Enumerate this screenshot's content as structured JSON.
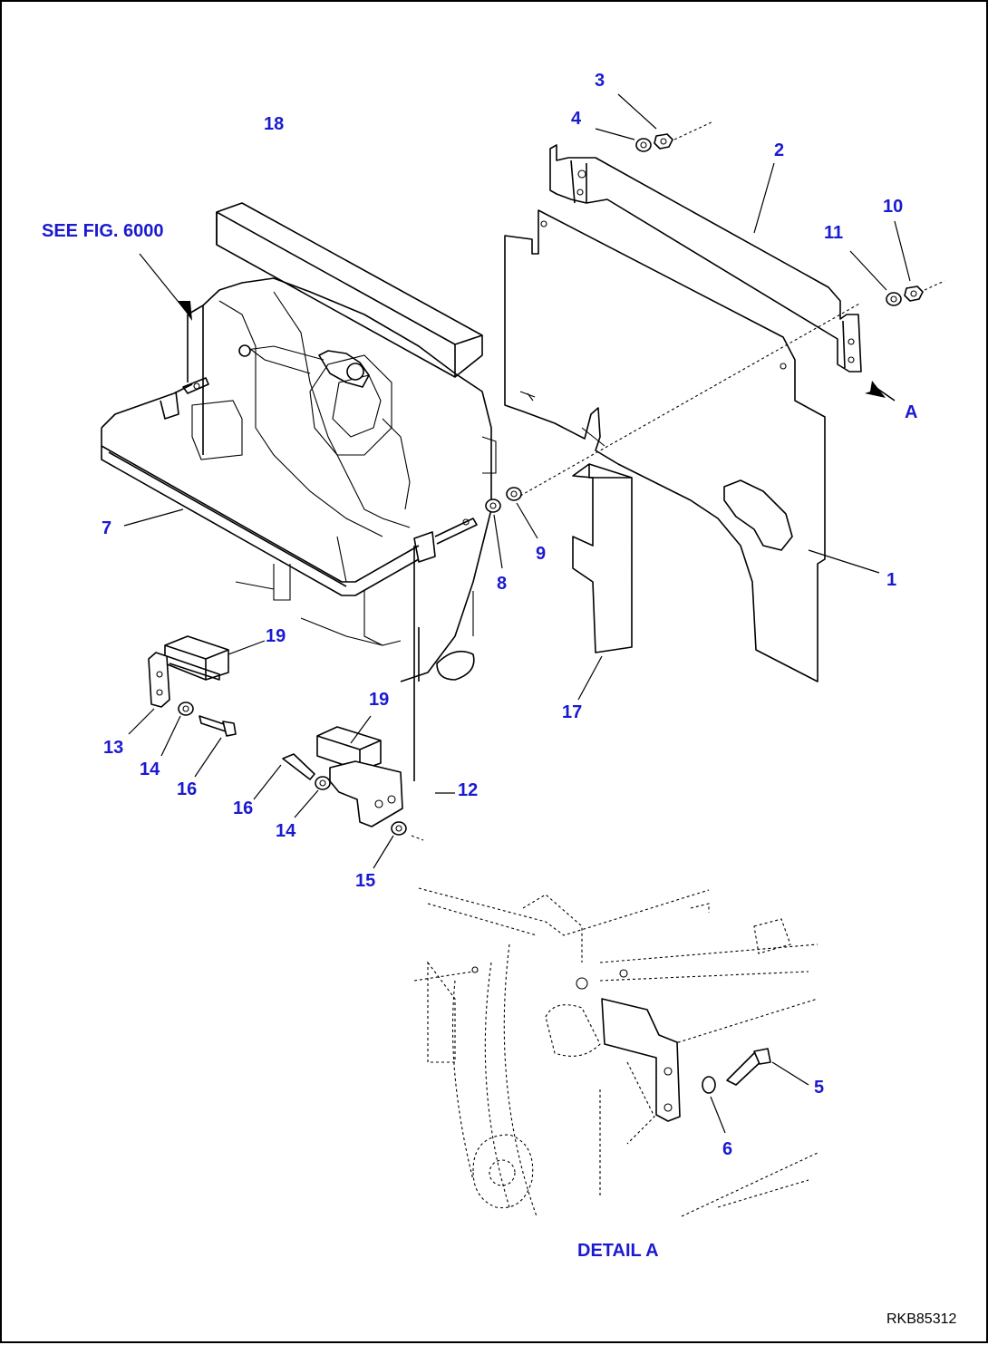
{
  "drawing_id": "RKB85312",
  "references": {
    "see_fig": "SEE FIG. 6000",
    "view_arrow_label": "A",
    "detail_title": "DETAIL A"
  },
  "callouts": {
    "c1": "1",
    "c2": "2",
    "c3": "3",
    "c4": "4",
    "c5": "5",
    "c6": "6",
    "c7": "7",
    "c8": "8",
    "c9": "9",
    "c10": "10",
    "c11": "11",
    "c12": "12",
    "c13": "13",
    "c14a": "14",
    "c14b": "14",
    "c15": "15",
    "c16a": "16",
    "c16b": "16",
    "c17": "17",
    "c18": "18",
    "c19a": "19",
    "c19b": "19"
  },
  "colors": {
    "callout": "#1a1ad0",
    "line": "#000000",
    "background": "#ffffff"
  }
}
